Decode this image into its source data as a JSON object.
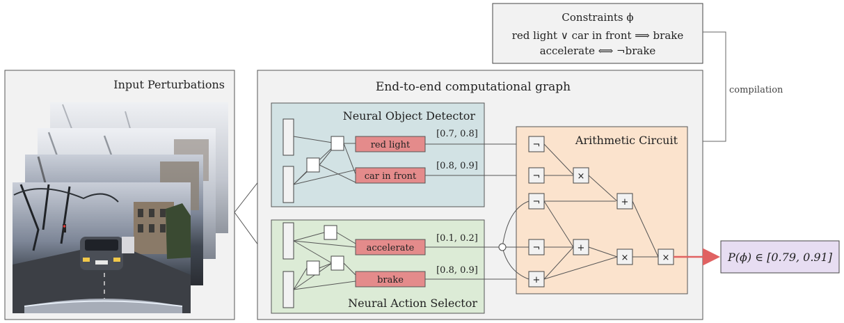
{
  "constraints": {
    "title": "Constraints ϕ",
    "line1": "red light ∨ car in front ⟹ brake",
    "line2": "accelerate ⟺ ¬brake"
  },
  "compilation_label": "compilation",
  "input_panel": {
    "title": "Input Perturbations"
  },
  "graph_panel": {
    "title": "End-to-end computational graph"
  },
  "detector": {
    "title": "Neural Object Detector",
    "outputs": [
      {
        "label": "red light",
        "interval": "[0.7, 0.8]"
      },
      {
        "label": "car in front",
        "interval": "[0.8, 0.9]"
      }
    ]
  },
  "selector": {
    "title": "Neural Action Selector",
    "outputs": [
      {
        "label": "accelerate",
        "interval": "[0.1, 0.2]"
      },
      {
        "label": "brake",
        "interval": "[0.8, 0.9]"
      }
    ]
  },
  "circuit": {
    "title": "Arithmetic Circuit",
    "ops": {
      "not": "¬",
      "times": "×",
      "plus": "+"
    }
  },
  "result": {
    "text": "P(ϕ) ∈ [0.79, 0.91]"
  },
  "colors": {
    "panel": "#f2f2f2",
    "detector": "#d2e2e4",
    "selector": "#dcebd6",
    "circuit": "#fbe3cd",
    "node": "#e48b8b",
    "result_bg": "#e7ddf2",
    "arrow": "#e06262"
  }
}
